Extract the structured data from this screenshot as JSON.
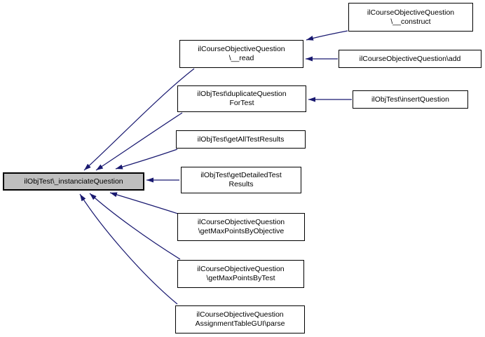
{
  "diagram": {
    "type": "doxygen-caller-graph",
    "colors": {
      "background": "#ffffff",
      "edge": "#191970",
      "node_border": "#000000",
      "node_fill": "#ffffff",
      "central_node_fill": "#bfbfbf",
      "text": "#000000"
    },
    "nodes": {
      "center": {
        "line1": "ilObjTest\\_instanciateQuestion"
      },
      "read": {
        "line1": "ilCourseObjectiveQuestion",
        "line2": "\\__read"
      },
      "construct": {
        "line1": "ilCourseObjectiveQuestion",
        "line2": "\\__construct"
      },
      "add": {
        "line1": "ilCourseObjectiveQuestion\\add"
      },
      "duplicate": {
        "line1": "ilObjTest\\duplicateQuestion",
        "line2": "ForTest"
      },
      "insert": {
        "line1": "ilObjTest\\insertQuestion"
      },
      "allresults": {
        "line1": "ilObjTest\\getAllTestResults"
      },
      "detailed": {
        "line1": "ilObjTest\\getDetailedTest",
        "line2": "Results"
      },
      "maxobj": {
        "line1": "ilCourseObjectiveQuestion",
        "line2": "\\getMaxPointsByObjective"
      },
      "maxtest": {
        "line1": "ilCourseObjectiveQuestion",
        "line2": "\\getMaxPointsByTest"
      },
      "parse": {
        "line1": "ilCourseObjectiveQuestion",
        "line2": "AssignmentTableGUI\\parse"
      }
    },
    "edges": [
      {
        "from": "ilCourseObjectiveQuestion\\__read",
        "to": "ilObjTest\\_instanciateQuestion"
      },
      {
        "from": "ilObjTest\\duplicateQuestionForTest",
        "to": "ilObjTest\\_instanciateQuestion"
      },
      {
        "from": "ilObjTest\\getAllTestResults",
        "to": "ilObjTest\\_instanciateQuestion"
      },
      {
        "from": "ilObjTest\\getDetailedTestResults",
        "to": "ilObjTest\\_instanciateQuestion"
      },
      {
        "from": "ilCourseObjectiveQuestion\\getMaxPointsByObjective",
        "to": "ilObjTest\\_instanciateQuestion"
      },
      {
        "from": "ilCourseObjectiveQuestion\\getMaxPointsByTest",
        "to": "ilObjTest\\_instanciateQuestion"
      },
      {
        "from": "ilCourseObjectiveQuestionAssignmentTableGUI\\parse",
        "to": "ilObjTest\\_instanciateQuestion"
      },
      {
        "from": "ilCourseObjectiveQuestion\\__construct",
        "to": "ilCourseObjectiveQuestion\\__read"
      },
      {
        "from": "ilCourseObjectiveQuestion\\add",
        "to": "ilCourseObjectiveQuestion\\__read"
      },
      {
        "from": "ilObjTest\\insertQuestion",
        "to": "ilObjTest\\duplicateQuestionForTest"
      }
    ]
  }
}
